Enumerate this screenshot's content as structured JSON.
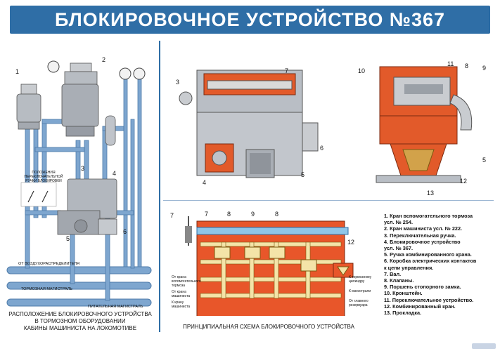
{
  "title": "БЛОКИРОВОЧНОЕ УСТРОЙСТВО №367",
  "left_panel": {
    "caption": [
      "РАСПОЛОЖЕНИЕ БЛОКИРОВОЧНОГО УСТРОЙСТВА",
      "В ТОРМОЗНОМ ОБОРУДОВАНИИ",
      "КАБИНЫ МАШИНИСТА НА ЛОКОМОТИВЕ"
    ],
    "handle_positions_label": [
      "ПОЛОЖЕНИЯ",
      "ПЕРЕКЛЮЧАТЕЛЬНОЙ",
      "РУЧКИ БЛОКИРОВКИ"
    ],
    "pipe_labels": {
      "air_distributor": "ОТ ВОЗДУХОРАСПРЕДЕЛИТЕЛЯ",
      "brake_main": "ТОРМОЗНАЯ МАГИСТРАЛЬ",
      "feed_main": "ПИТАТЕЛЬНАЯ МАГИСТРАЛЬ"
    },
    "numbers": [
      "1",
      "2",
      "3",
      "4",
      "5",
      "6"
    ]
  },
  "top_middle": {
    "numbers": [
      "3",
      "7",
      "4",
      "5",
      "6"
    ]
  },
  "top_right": {
    "numbers": [
      "10",
      "11",
      "8",
      "9",
      "5",
      "12",
      "13"
    ]
  },
  "schematic": {
    "caption": "ПРИНЦИПИАЛЬНАЯ СХЕМА БЛОКИРОВОЧНОГО УСТРОЙСТВА",
    "numbers": [
      "7",
      "7",
      "8",
      "9",
      "8",
      "12"
    ],
    "left_labels": [
      [
        "От крана",
        "вспомогательного",
        "тормоза"
      ],
      [
        "От крана",
        "машиниста"
      ],
      [
        "К крану",
        "машиниста"
      ]
    ],
    "right_labels": [
      [
        "К тормозному",
        "цилиндру"
      ],
      [
        "К магистрали"
      ],
      [
        "От главного",
        "резервуара"
      ]
    ]
  },
  "legend": [
    "1. Кран вспомогательного тормоза",
    "    усл. № 254.",
    "2. Кран машиниста усл. № 222.",
    "3. Переключательная ручка.",
    "4. Блокировочное устройство",
    "    усл. № 367.",
    "5. Ручка комбинированного крана.",
    "6. Коробка электрических контактов",
    "    к цепи управления.",
    "7. Вал.",
    "8. Клапаны.",
    "9. Поршень стопорного замка.",
    "10. Кронштейн.",
    "11. Переключательное устройство.",
    "12. Комбинированный кран.",
    "13. Прокладка."
  ],
  "colors": {
    "accent": "#2f6ea6",
    "pipe": "#7ea6cf",
    "body_grey": "#b7bcc2",
    "cutaway": "#e25a2a",
    "schematic": "#e8562a",
    "channel": "#f4e4a8"
  }
}
